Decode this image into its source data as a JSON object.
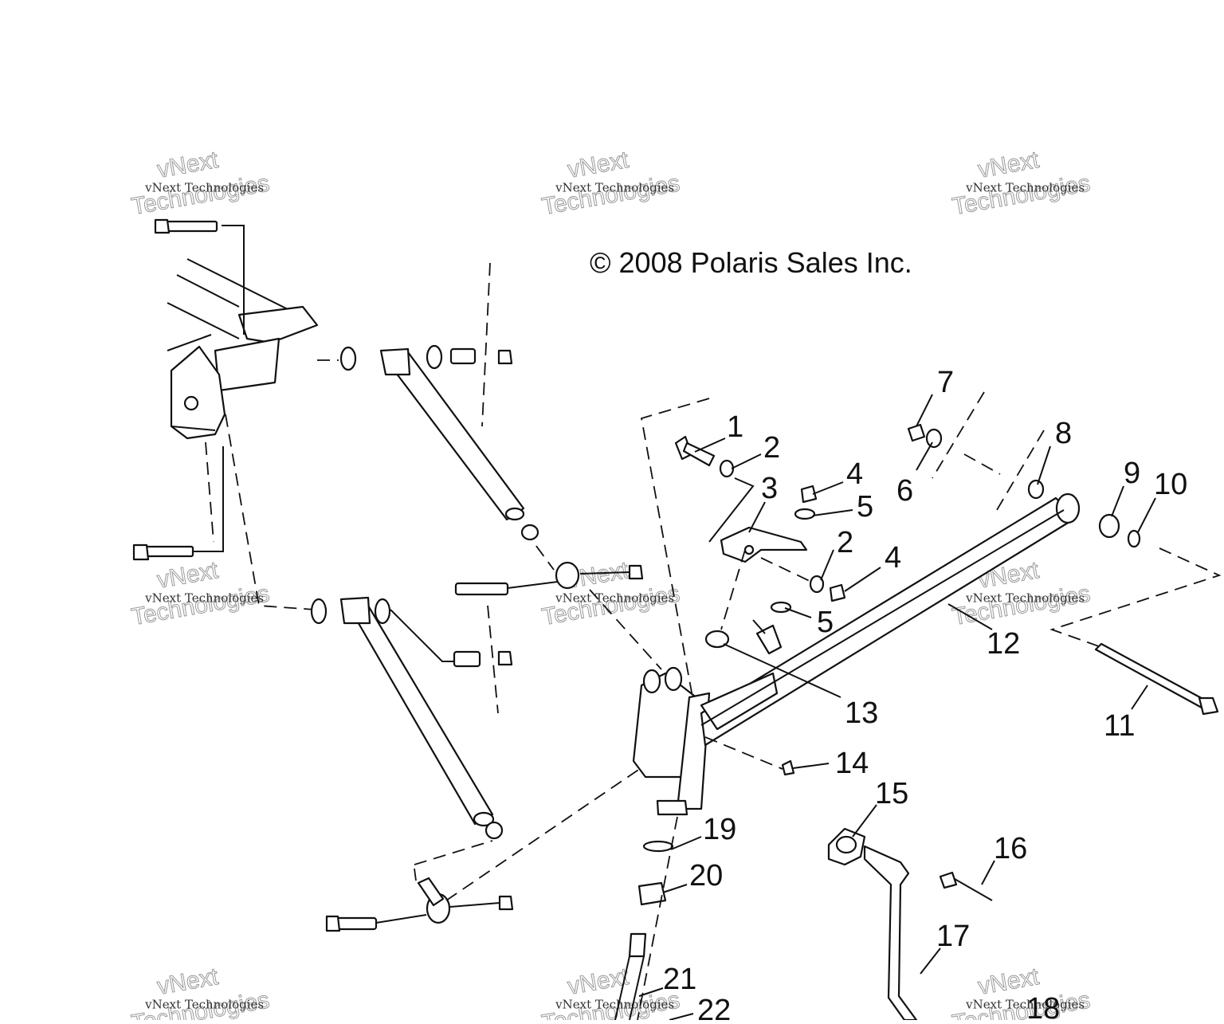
{
  "copyright": "© 2008 Polaris Sales Inc.",
  "watermark": {
    "small_text": "vNext Technologies",
    "big_line1": "vNext",
    "big_line2": "Technologies"
  },
  "callouts": [
    "1",
    "2",
    "3",
    "4",
    "5",
    "2",
    "4",
    "5",
    "7",
    "6",
    "8",
    "9",
    "10",
    "12",
    "11",
    "13",
    "14",
    "15",
    "16",
    "17",
    "18",
    "19",
    "20",
    "21",
    "22"
  ]
}
